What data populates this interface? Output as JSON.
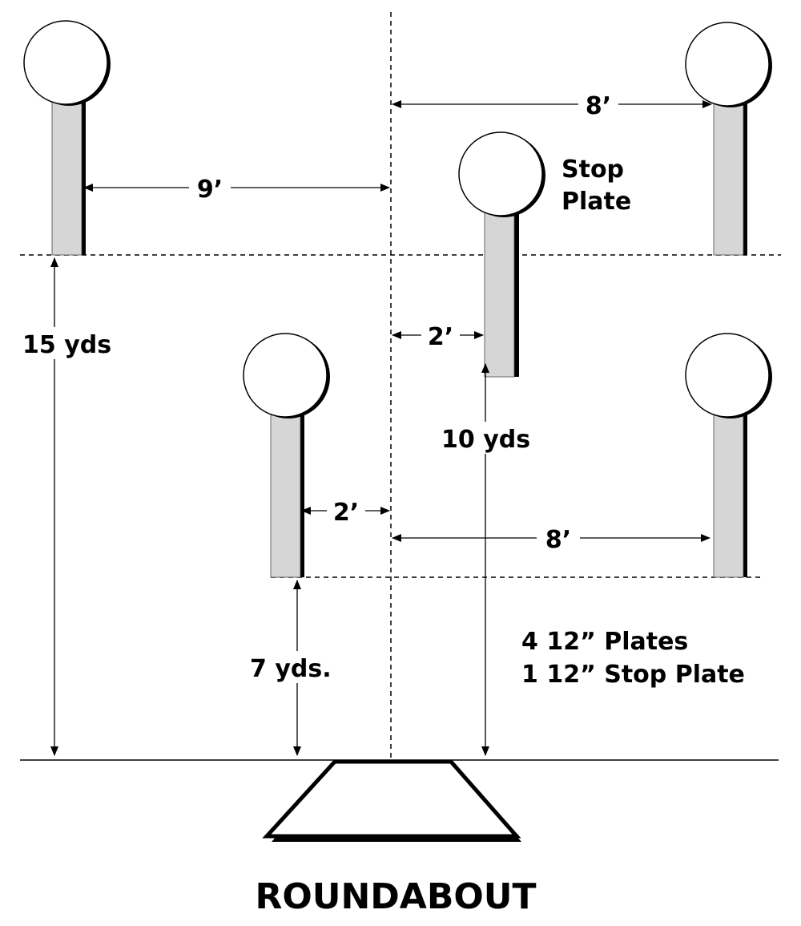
{
  "title": "ROUNDABOUT",
  "targets": {
    "stop_plate_label_line1": "Stop",
    "stop_plate_label_line2": "Plate"
  },
  "dimensions": {
    "top_right_spacing": "8’",
    "top_left_spacing": "9’",
    "stop_plate_offset": "2’",
    "near_left_offset": "2’",
    "near_right_spacing": "8’",
    "far_distance": "15 yds",
    "stop_plate_distance": "10 yds",
    "near_distance": "7 yds."
  },
  "notes": {
    "line1": "4 12” Plates",
    "line2": "1 12” Stop Plate"
  },
  "colors": {
    "post_fill": "#d6d6d6",
    "post_shadow": "#000000",
    "plate_fill": "#ffffff",
    "line": "#000000"
  }
}
